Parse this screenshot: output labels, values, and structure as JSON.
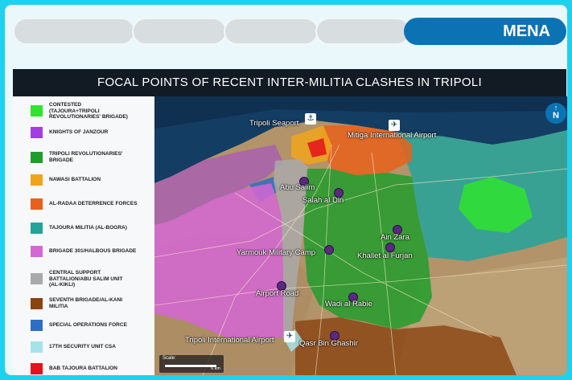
{
  "tabs": [
    "",
    "",
    "",
    "",
    "MENA"
  ],
  "title": "FOCAL POINTS OF RECENT INTER-MILITIA CLASHES IN TRIPOLI",
  "legend": [
    {
      "label": "CONTESTED\n(TAJOURA+TRIPOLI\nREVOLUTIONARIES' BRIGADE)",
      "color": "#2fe32f"
    },
    {
      "label": "KNIGHTS OF JANZOUR",
      "color": "#a23ee0"
    },
    {
      "label": "TRIPOLI REVOLUTIONARIES'\nBRIGADE",
      "color": "#229c2c"
    },
    {
      "label": "NAWASI BATTALION",
      "color": "#f0a41c"
    },
    {
      "label": "AL-RADAA DETERRENCE FORCES",
      "color": "#e8611c"
    },
    {
      "label": "TAJOURA MILITIA (AL-BOGRA)",
      "color": "#23a39a"
    },
    {
      "label": "BRIGADE 301/HALBOUS BRIGADE",
      "color": "#d566d5"
    },
    {
      "label": "CENTRAL SUPPORT\nBATTALION/ABU SALIM UNIT\n(AL-KIKLI)",
      "color": "#a9a9a9"
    },
    {
      "label": "SEVENTH BRIGADE/AL-KANI\nMILITIA",
      "color": "#8a4311"
    },
    {
      "label": "SPECIAL OPERATIONS FORCE",
      "color": "#2e6ec2"
    },
    {
      "label": "17TH SECURITY UNIT CSA",
      "color": "#a5e3ea"
    },
    {
      "label": "BAB TAJOURA BATTALION",
      "color": "#e3111b"
    }
  ],
  "map": {
    "north": "N",
    "scale_label": "Scale:",
    "scale_unit": "6 km",
    "places": [
      {
        "name": "Tripoli Seaport",
        "icon": "anchor-icon"
      },
      {
        "name": "Mitiga International Airport",
        "icon": "airport-icon"
      },
      {
        "name": "Abu Salim"
      },
      {
        "name": "Salah al Din"
      },
      {
        "name": "Ain Zara"
      },
      {
        "name": "Khallet al Furjan"
      },
      {
        "name": "Yarmouk Military Camp"
      },
      {
        "name": "Airport Road"
      },
      {
        "name": "Wadi al Rabie"
      },
      {
        "name": "Tripoli International Airport",
        "icon": "airport-icon"
      },
      {
        "name": "Qasr Bin Ghashir"
      }
    ]
  }
}
